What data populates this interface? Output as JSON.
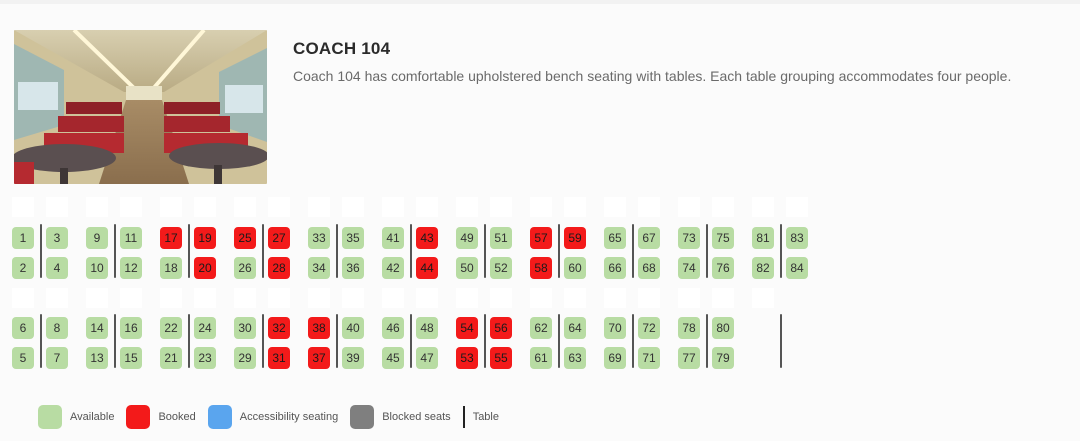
{
  "coach": {
    "title": "COACH 104",
    "description": "Coach 104 has comfortable upholstered bench seating with tables. Each table grouping accommodates four people."
  },
  "colors": {
    "available": "#b8dca3",
    "booked": "#f31a1a",
    "accessible": "#5aa5ee",
    "blocked": "#7f7f7f",
    "table": "#555555"
  },
  "seat_map": {
    "upper": {
      "row_a": [
        "1",
        "3",
        "9",
        "11",
        "17",
        "19",
        "25",
        "27",
        "33",
        "35",
        "41",
        "43",
        "49",
        "51",
        "57",
        "59",
        "65",
        "67",
        "73",
        "75",
        "81",
        "83"
      ],
      "row_b": [
        "2",
        "4",
        "10",
        "12",
        "18",
        "20",
        "26",
        "28",
        "34",
        "36",
        "42",
        "44",
        "50",
        "52",
        "58",
        "60",
        "66",
        "68",
        "74",
        "76",
        "82",
        "84"
      ]
    },
    "lower": {
      "row_a": [
        "6",
        "8",
        "14",
        "16",
        "22",
        "24",
        "30",
        "32",
        "38",
        "40",
        "46",
        "48",
        "54",
        "56",
        "62",
        "64",
        "70",
        "72",
        "78",
        "80"
      ],
      "row_b": [
        "5",
        "7",
        "13",
        "15",
        "21",
        "23",
        "29",
        "31",
        "37",
        "39",
        "45",
        "47",
        "53",
        "55",
        "61",
        "63",
        "69",
        "71",
        "77",
        "79"
      ]
    },
    "booked": [
      "17",
      "19",
      "20",
      "25",
      "27",
      "28",
      "43",
      "44",
      "57",
      "58",
      "59",
      "32",
      "38",
      "54",
      "56",
      "31",
      "37",
      "53",
      "55"
    ]
  },
  "legend": [
    {
      "key": "available",
      "label": "Available",
      "icon": "available-swatch"
    },
    {
      "key": "booked",
      "label": "Booked",
      "icon": "booked-swatch"
    },
    {
      "key": "accessible",
      "label": "Accessibility seating",
      "icon": "accessibility-swatch"
    },
    {
      "key": "blocked",
      "label": "Blocked seats",
      "icon": "blocked-swatch"
    },
    {
      "key": "table",
      "label": "Table",
      "icon": "table-divider-icon"
    }
  ]
}
